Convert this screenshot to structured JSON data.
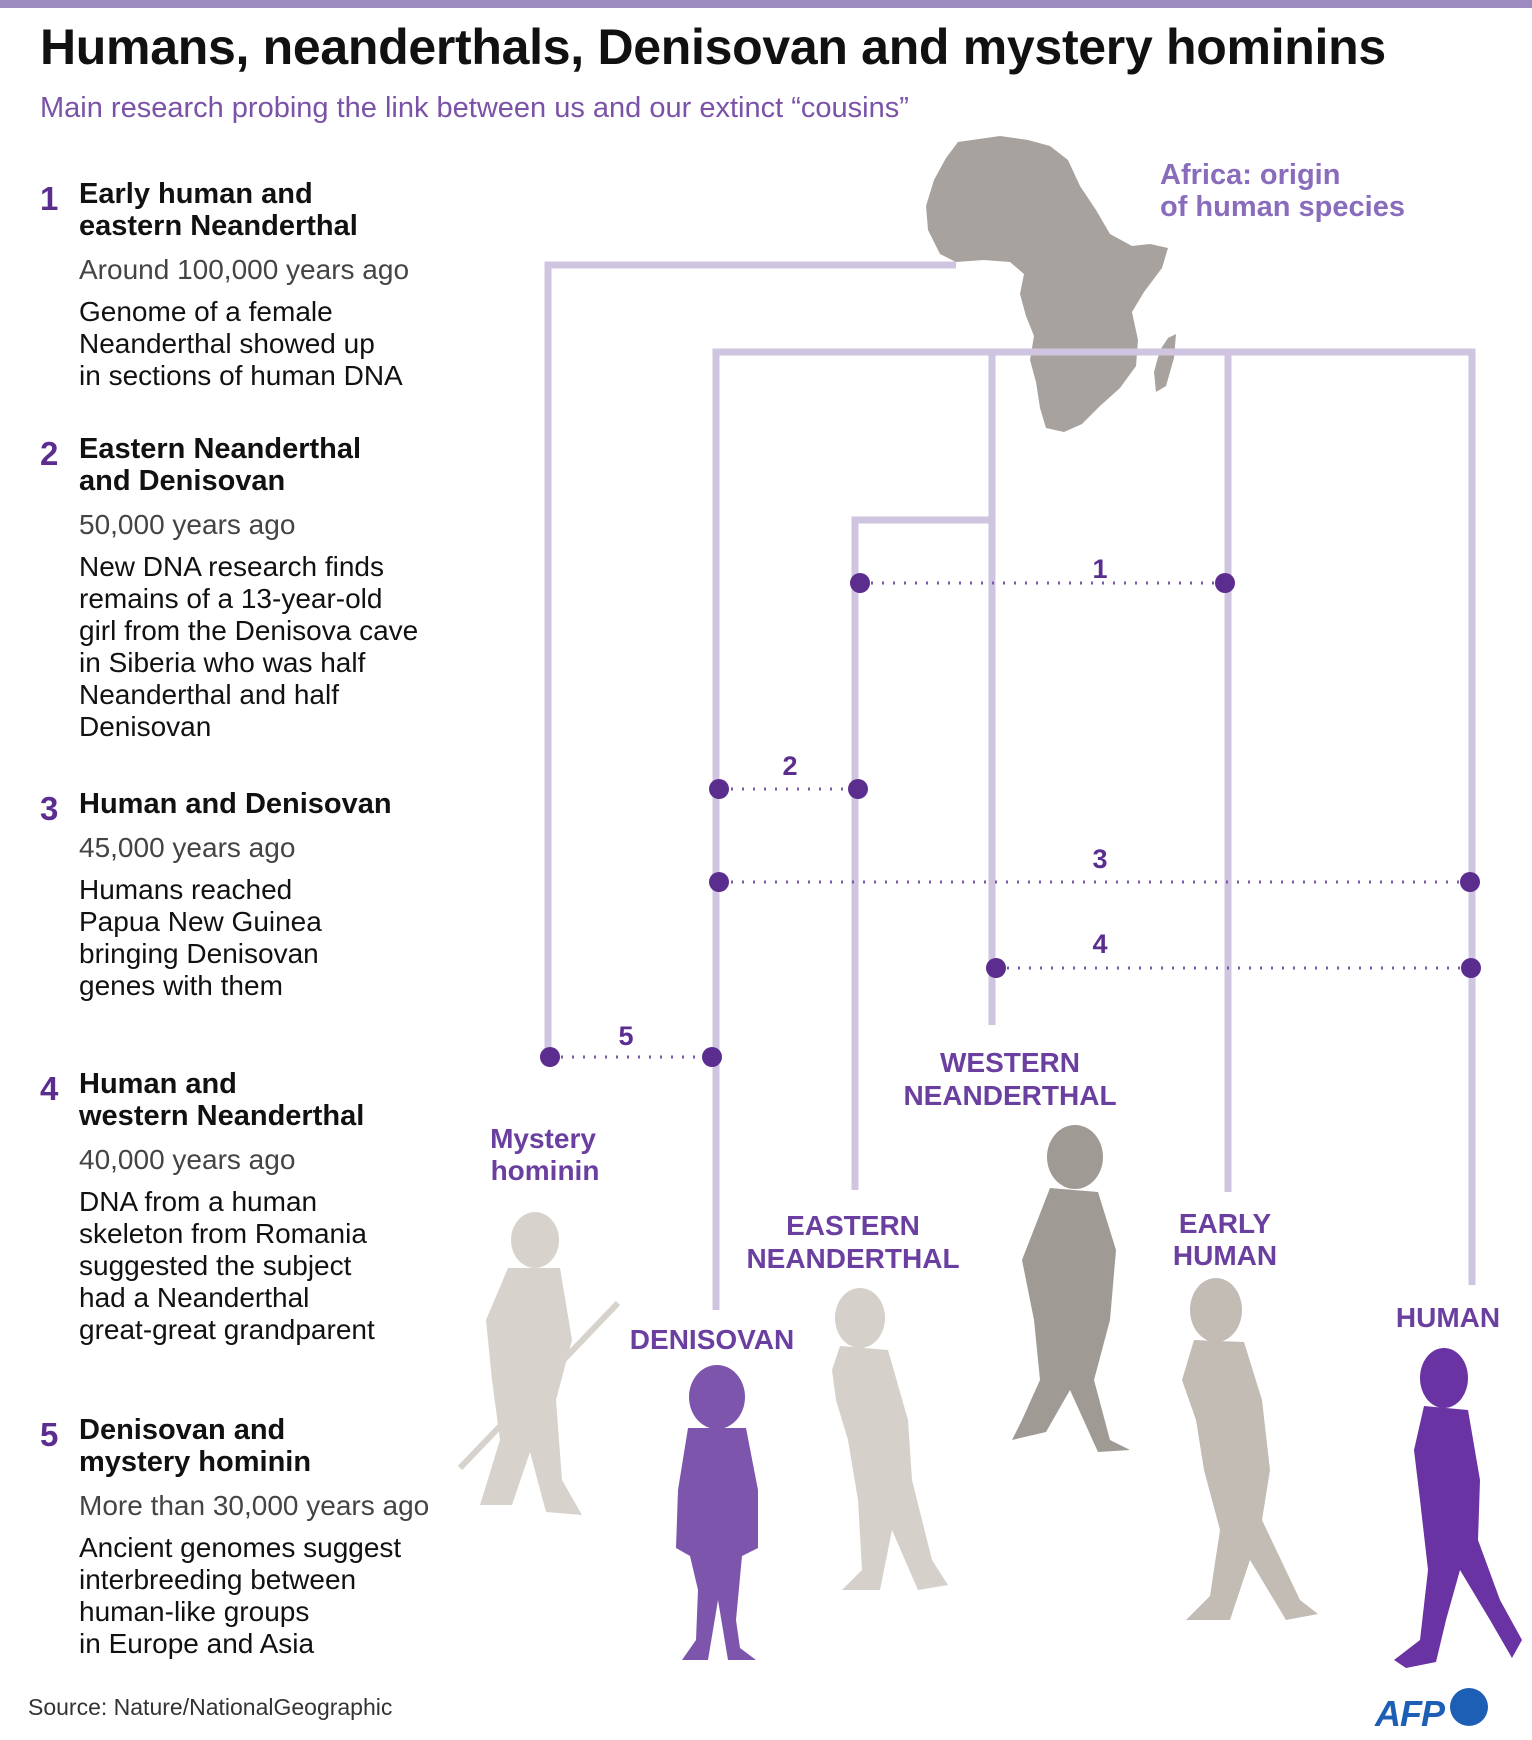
{
  "title": "Humans, neanderthals, Denisovan and mystery hominins",
  "subtitle": "Main research probing the link between us and our extinct “cousins”",
  "africa_label": [
    "Africa: origin",
    "of human species"
  ],
  "events": [
    {
      "num": "1",
      "heading": [
        "Early human and",
        "eastern Neanderthal"
      ],
      "date": "Around 100,000 years ago",
      "description": [
        "Genome of a female",
        "Neanderthal showed up",
        "in sections of human DNA"
      ]
    },
    {
      "num": "2",
      "heading": [
        "Eastern Neanderthal",
        "and Denisovan"
      ],
      "date": "50,000 years ago",
      "description": [
        "New DNA research finds",
        "remains of a 13-year-old",
        "girl from the Denisova cave",
        "in Siberia who was half",
        "Neanderthal and half",
        "Denisovan"
      ]
    },
    {
      "num": "3",
      "heading": [
        "Human and Denisovan"
      ],
      "date": "45,000 years ago",
      "description": [
        "Humans reached",
        "Papua New Guinea",
        "bringing Denisovan",
        "genes with them"
      ]
    },
    {
      "num": "4",
      "heading": [
        "Human and",
        "western Neanderthal"
      ],
      "date": "40,000 years ago",
      "description": [
        "DNA from a human",
        "skeleton from Romania",
        "suggested the subject",
        "had a Neanderthal",
        "great-great grandparent"
      ]
    },
    {
      "num": "5",
      "heading": [
        "Denisovan and",
        "mystery hominin"
      ],
      "date": "More than 30,000 years ago",
      "description": [
        "Ancient genomes suggest",
        "interbreeding between",
        "human-like groups",
        "in Europe and Asia"
      ]
    }
  ],
  "branches": {
    "mystery": [
      "Mystery",
      "hominin"
    ],
    "denisovan": [
      "DENISOVAN"
    ],
    "eastern": [
      "EASTERN",
      "NEANDERTHAL"
    ],
    "western": [
      "WESTERN",
      "NEANDERTHAL"
    ],
    "early": [
      "EARLY",
      "HUMAN"
    ],
    "human": [
      "HUMAN"
    ]
  },
  "links": [
    "1",
    "2",
    "3",
    "4",
    "5"
  ],
  "source": "Source: Nature/NationalGeographic",
  "logo_text": "AFP",
  "colors": {
    "accent": "#5b2d8e",
    "label": "#6a3fa0",
    "branch": "#cfc5e0",
    "africa": "#a7a29d",
    "subtitle": "#7a52a7",
    "logo": "#1d5fb5"
  }
}
